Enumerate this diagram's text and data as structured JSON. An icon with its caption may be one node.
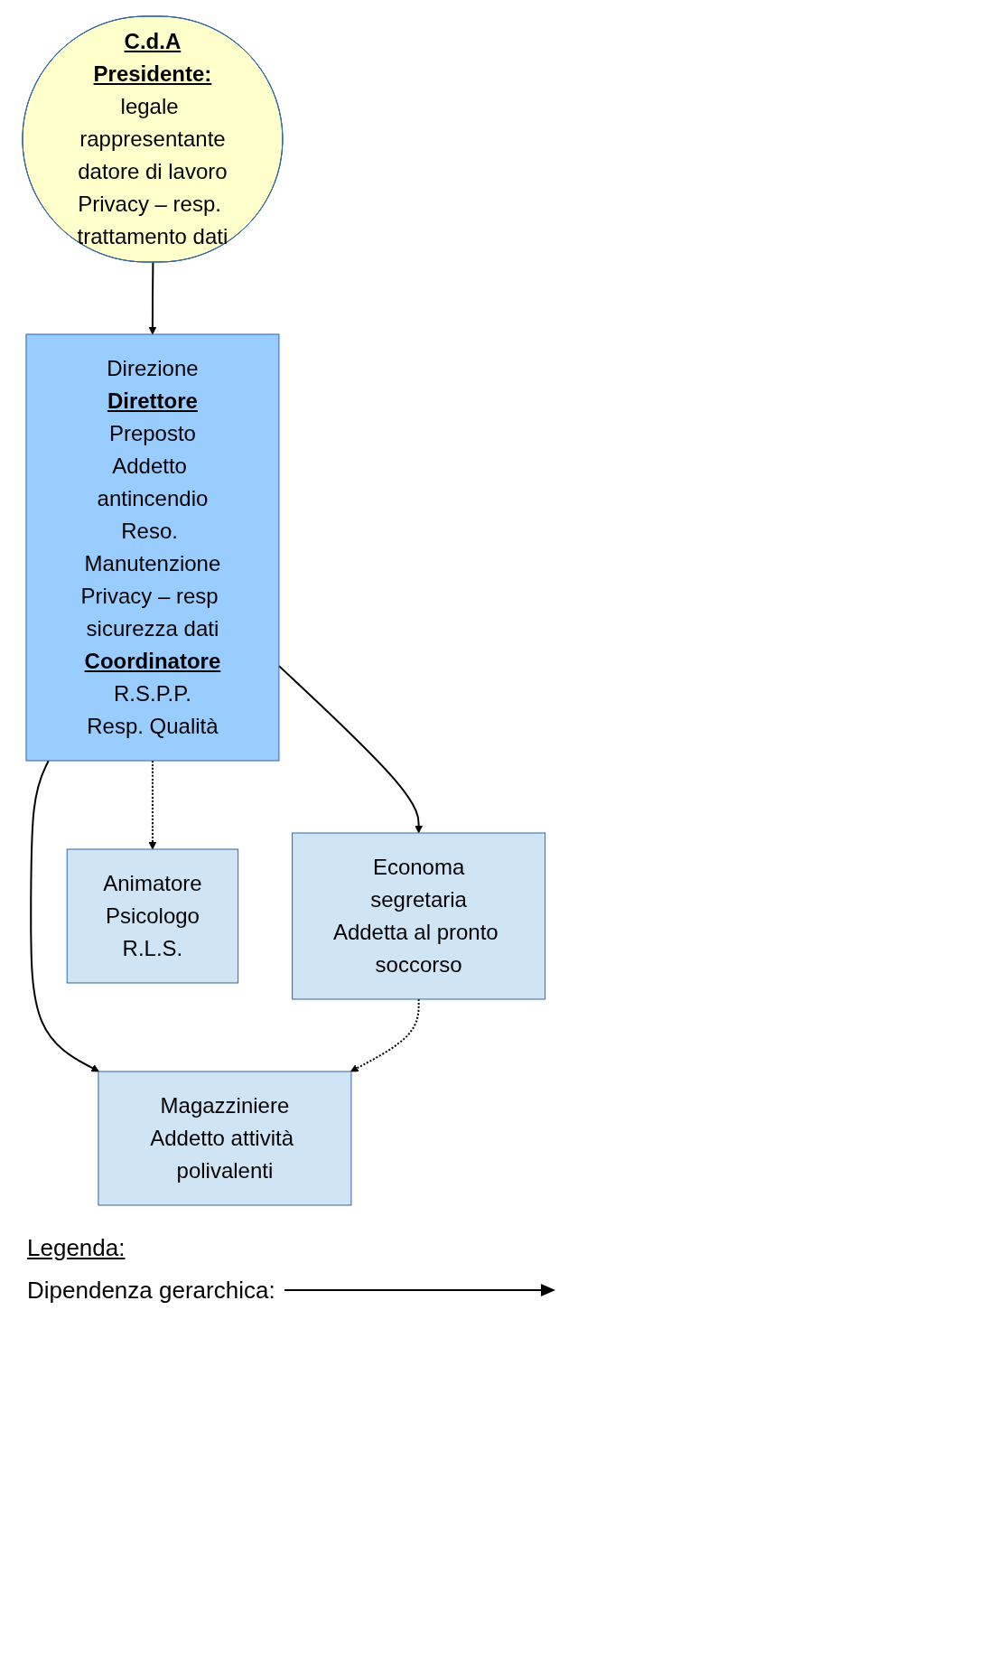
{
  "diagram": {
    "nodes": [
      {
        "text": [
          "C.d.A",
          "Presidente:",
          "legale rappresentante",
          "datore di lavoro",
          "Privacy – resp. trattamento dati"
        ]
      },
      {
        "text": [
          "Direzione",
          "Direttore",
          "Preposto",
          "Addetto antincendio",
          "Reso. Manutenzione",
          "Privacy – resp sicurezza dati",
          "Coordinatore",
          "R.S.P.P.",
          "Resp. Qualità"
        ]
      },
      {
        "text": [
          "Economa",
          "segretaria",
          "Addetta al pronto soccorso"
        ]
      },
      {
        "text": [
          "Magazziniere",
          "Addetto attività polivalenti"
        ]
      },
      {
        "text": [
          "Animatore",
          "Psicologo",
          "R.L.S."
        ]
      }
    ],
    "edges": [
      {
        "from": 0,
        "to": 1,
        "arrow": "to"
      },
      {
        "from": 1,
        "to": 2,
        "arrow": "to"
      },
      {
        "from": 1,
        "to": 3,
        "arrow": "to"
      },
      {
        "from": 2,
        "to": 3,
        "arrow": "to",
        "style": "dashed"
      },
      {
        "from": 1,
        "to": 4,
        "arrow": "to",
        "style": "dashed"
      }
    ],
    "labels": [
      "Legenda:"
    ],
    "legend": [
      {
        "text": "Dipendenza gerarchica:"
      }
    ]
  }
}
